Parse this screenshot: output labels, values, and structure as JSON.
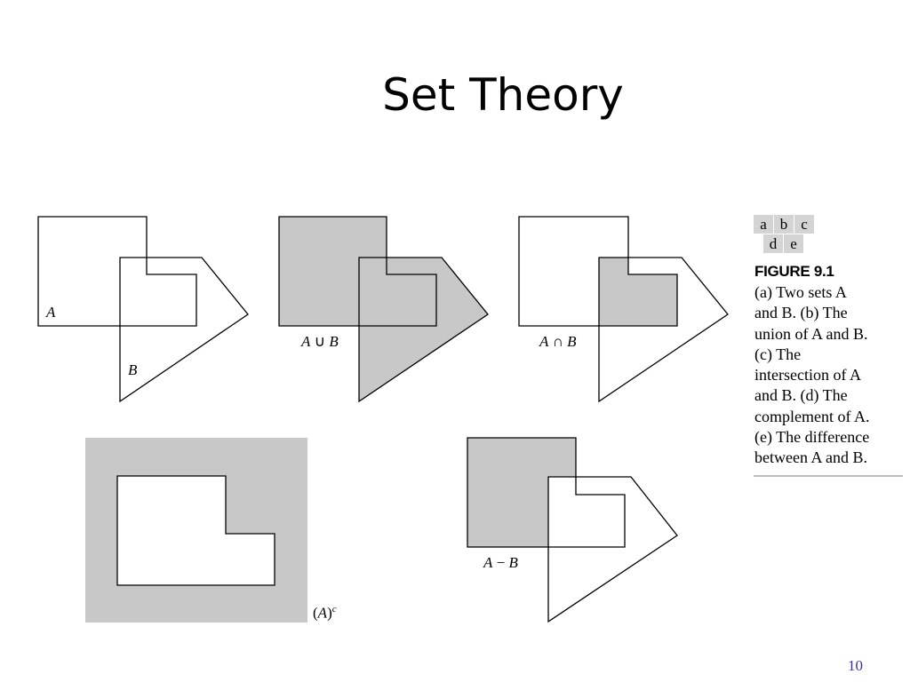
{
  "slide": {
    "title": "Set Theory",
    "page_number": "10"
  },
  "figure": {
    "panel_labels": {
      "a": "A",
      "a_b": "B",
      "b_union_left": "A",
      "b_union_op": "∪",
      "b_union_right": "B",
      "c_inter_left": "A",
      "c_inter_op": "∩",
      "c_inter_right": "B",
      "d_comp_open": "(",
      "d_comp_set": "A",
      "d_comp_close": ")",
      "d_comp_sup": "c",
      "e_diff_left": "A",
      "e_diff_op": "−",
      "e_diff_right": "B"
    },
    "key": [
      "a",
      "b",
      "c",
      "d",
      "e"
    ],
    "caption_heading": "FIGURE 9.1",
    "caption_lines": [
      "(a) Two sets A",
      "and B. (b) The",
      "union of A and B.",
      "(c) The",
      "intersection of A",
      "and B. (d) The",
      "complement of A.",
      "(e) The difference",
      "between A and B."
    ],
    "colors": {
      "shade": "#c8c8c8",
      "outline": "#000000",
      "key_cell": "#d4d4d4",
      "page_number": "#3d2d9e"
    }
  }
}
